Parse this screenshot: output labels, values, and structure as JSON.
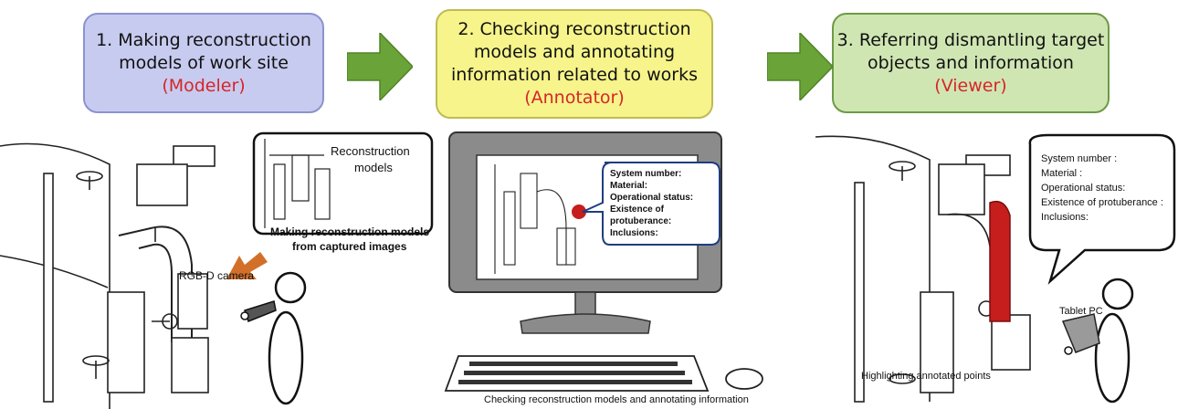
{
  "steps": [
    {
      "line1": "1. Making reconstruction",
      "line2": "models of work site",
      "line3": "",
      "role": "(Modeler)"
    },
    {
      "line1": "2. Checking reconstruction",
      "line2": "models and annotating",
      "line3": "information related to works",
      "role": "(Annotator)"
    },
    {
      "line1": "3. Referring dismantling target",
      "line2": "objects and information",
      "line3": "",
      "role": "(Viewer)"
    }
  ],
  "colors": {
    "step1_bg": "#c7cbef",
    "step2_bg": "#f6f48a",
    "step3_bg": "#cfe6b3",
    "arrow_green": "#6aa338",
    "role_red": "#d6262a",
    "highlight_red": "#c61d1d",
    "capture_arrow": "#d2702a"
  },
  "left": {
    "recon_label_1": "Reconstruction",
    "recon_label_2": "models",
    "making_1": "Making reconstruction models",
    "making_2": "from captured images",
    "camera_label": "RGB-D camera"
  },
  "center": {
    "fields": [
      "System number:",
      "Material:",
      "Operational status:",
      "Existence of",
      "protuberance:",
      "Inclusions:"
    ],
    "caption": "Checking reconstruction models and annotating information"
  },
  "right": {
    "fields": [
      "System number :",
      "Material :",
      "Operational status:",
      "Existence of protuberance :",
      "Inclusions:"
    ],
    "tablet_label": "Tablet PC",
    "caption": "Highlighting annotated points"
  }
}
